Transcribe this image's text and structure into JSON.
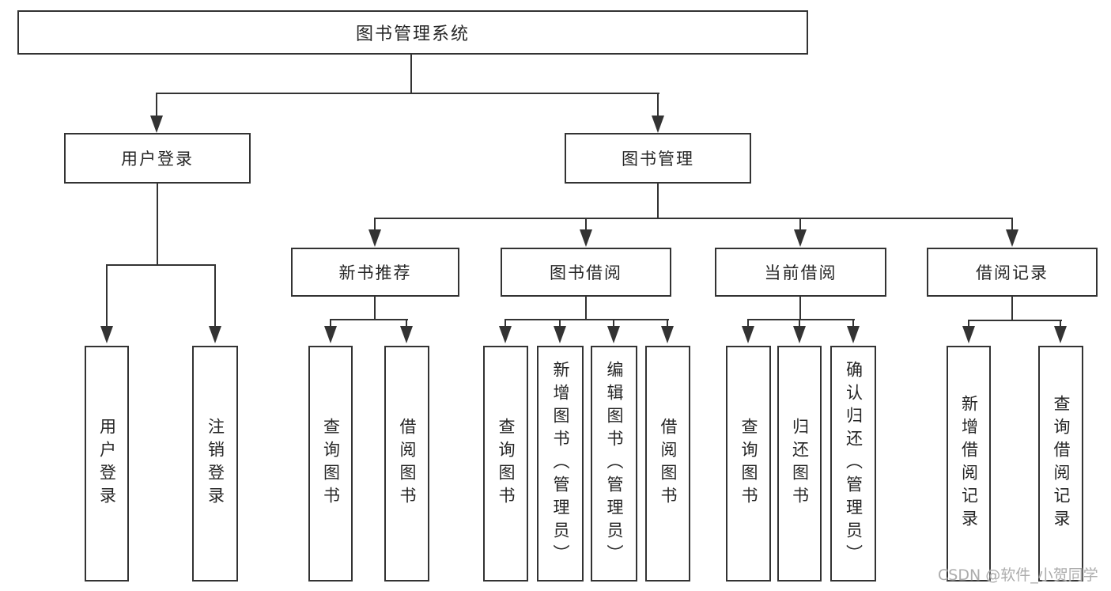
{
  "diagram": {
    "title": "图书管理系统",
    "nodes": {
      "root": "图书管理系统",
      "user_login": "用户登录",
      "book_mgmt": "图书管理",
      "new_books": "新书推荐",
      "book_borrow": "图书借阅",
      "current_borrow": "当前借阅",
      "borrow_records": "借阅记录",
      "leaves": {
        "user_login": [
          "用户登录",
          "注销登录"
        ],
        "new_books": [
          "查询图书",
          "借阅图书"
        ],
        "book_borrow": [
          "查询图书",
          "新增图书（管理员）",
          "编辑图书（管理员）",
          "借阅图书"
        ],
        "current_borrow": [
          "查询图书",
          "归还图书",
          "确认归还（管理员）"
        ],
        "borrow_records": [
          "新增借阅记录",
          "查询借阅记录"
        ]
      }
    },
    "colors": {
      "line": "#333333",
      "text": "#262626",
      "background": "#ffffff",
      "watermark": "#a8a8a8"
    },
    "watermark": "CSDN @软件_小贺同学"
  }
}
